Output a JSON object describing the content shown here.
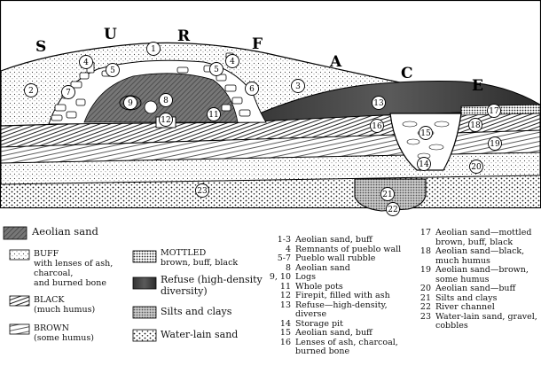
{
  "surface_letters": [
    "S",
    "U",
    "R",
    "F",
    "A",
    "C",
    "E"
  ],
  "circle_numbers": [
    "1",
    "2",
    "3",
    "4",
    "5",
    "6",
    "7",
    "8",
    "9",
    "11",
    "12",
    "13",
    "14",
    "15",
    "16",
    "17",
    "18",
    "19",
    "20",
    "21",
    "22",
    "23"
  ],
  "legend": {
    "aeolian": "Aeolian sand",
    "buff_title": "BUFF",
    "buff_desc": [
      "with lenses of ash,",
      "charcoal,",
      "and burned bone"
    ],
    "black_title": "BLACK",
    "black_desc": "(much humus)",
    "brown_title": "BROWN",
    "brown_desc": "(some humus)",
    "mottled_title": "MOTTLED",
    "mottled_desc": "brown, buff, black",
    "refuse": [
      "Refuse (high-density",
      "diversity)"
    ],
    "silts": "Silts and clays",
    "water": "Water-lain sand"
  },
  "key_col1": [
    {
      "num": "1-3",
      "text": "Aeolian sand, buff"
    },
    {
      "num": "4",
      "text": "Remnants of pueblo wall"
    },
    {
      "num": "5-7",
      "text": "Pueblo wall rubble"
    },
    {
      "num": "8",
      "text": "Aeolian sand"
    },
    {
      "num": "9, 10",
      "text": "Logs"
    },
    {
      "num": "11",
      "text": "Whole pots"
    },
    {
      "num": "12",
      "text": "Firepit, filled with ash"
    },
    {
      "num": "13",
      "text": "Refuse—high-density,"
    },
    {
      "num": "",
      "text": "diverse"
    },
    {
      "num": "14",
      "text": "Storage pit"
    },
    {
      "num": "15",
      "text": "Aeolian sand, buff"
    },
    {
      "num": "16",
      "text": "Lenses of ash, charcoal,"
    },
    {
      "num": "",
      "text": "burned bone"
    }
  ],
  "key_col2": [
    {
      "num": "17",
      "text": "Aeolian sand—mottled"
    },
    {
      "num": "",
      "text": "brown, buff, black"
    },
    {
      "num": "18",
      "text": "Aeolian sand—black,"
    },
    {
      "num": "",
      "text": "much humus"
    },
    {
      "num": "19",
      "text": "Aeolian sand—brown,"
    },
    {
      "num": "",
      "text": "some humus"
    },
    {
      "num": "20",
      "text": "Aeolian sand—buff"
    },
    {
      "num": "21",
      "text": "Silts and clays"
    },
    {
      "num": "22",
      "text": "River channel"
    },
    {
      "num": "23",
      "text": "Water-lain sand, gravel,"
    },
    {
      "num": "",
      "text": "cobbles"
    }
  ]
}
